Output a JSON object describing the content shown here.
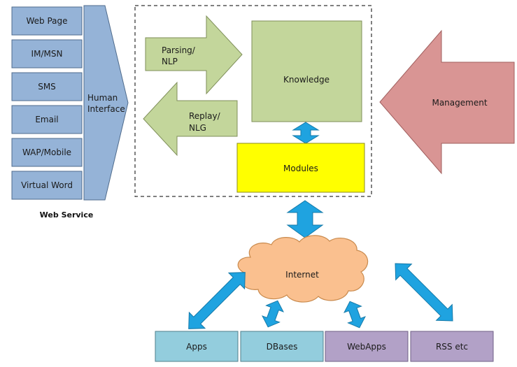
{
  "channels": [
    "Web Page",
    "IM/MSN",
    "SMS",
    "Email",
    "WAP/Mobile",
    "Virtual Word"
  ],
  "human_interface": [
    "Human",
    "Interface"
  ],
  "web_service_label": "Web Service",
  "parsing": [
    "Parsing/",
    "NLP"
  ],
  "replay": [
    "Replay/",
    "NLG"
  ],
  "knowledge": "Knowledge",
  "modules": "Modules",
  "management": "Management",
  "internet": "Internet",
  "resources": [
    "Apps",
    "DBases",
    "WebApps",
    "RSS etc"
  ],
  "colors": {
    "channel_fill": "#95b3d7",
    "channel_stroke": "#4f6b8c",
    "green_fill": "#c3d69b",
    "green_stroke": "#7f8f5a",
    "yellow_fill": "#ffff00",
    "pink_fill": "#d99594",
    "orange_fill": "#fac08f",
    "arrow_blue": "#1fa3e0",
    "apps_fill": "#93cddd",
    "webapps_fill": "#b2a1c7"
  }
}
